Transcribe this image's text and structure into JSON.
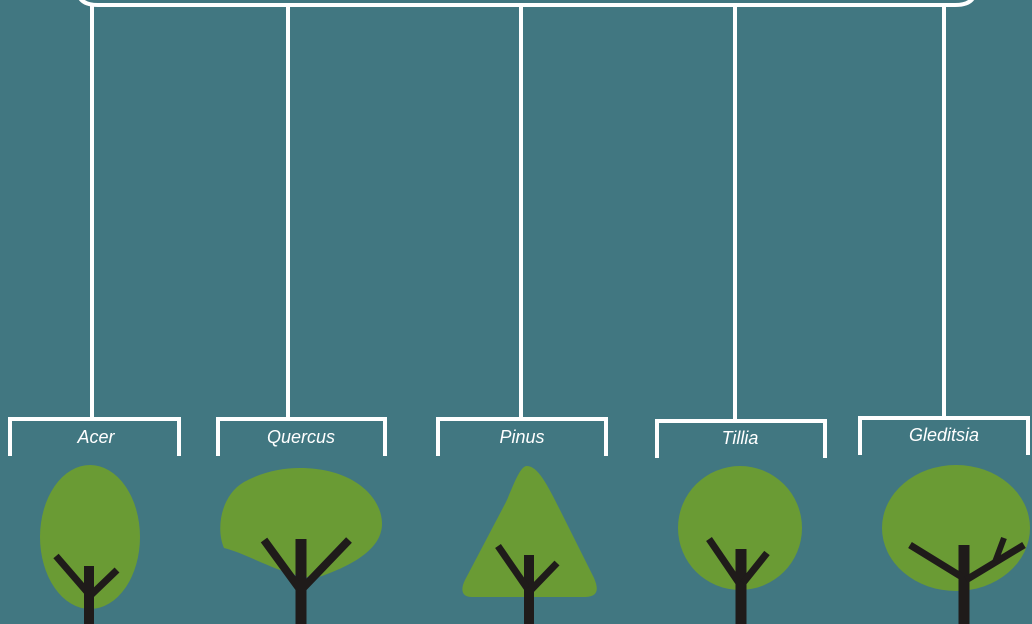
{
  "colors": {
    "background": "#417781",
    "line": "#ffffff",
    "canopy": "#6a9b34",
    "trunk": "#1f1b1a"
  },
  "trees": [
    {
      "genus": "Acer",
      "crown_shape": "oval"
    },
    {
      "genus": "Quercus",
      "crown_shape": "spreading"
    },
    {
      "genus": "Pinus",
      "crown_shape": "pyramidal"
    },
    {
      "genus": "Tillia",
      "crown_shape": "round"
    },
    {
      "genus": "Gleditsia",
      "crown_shape": "wide-oval"
    }
  ]
}
